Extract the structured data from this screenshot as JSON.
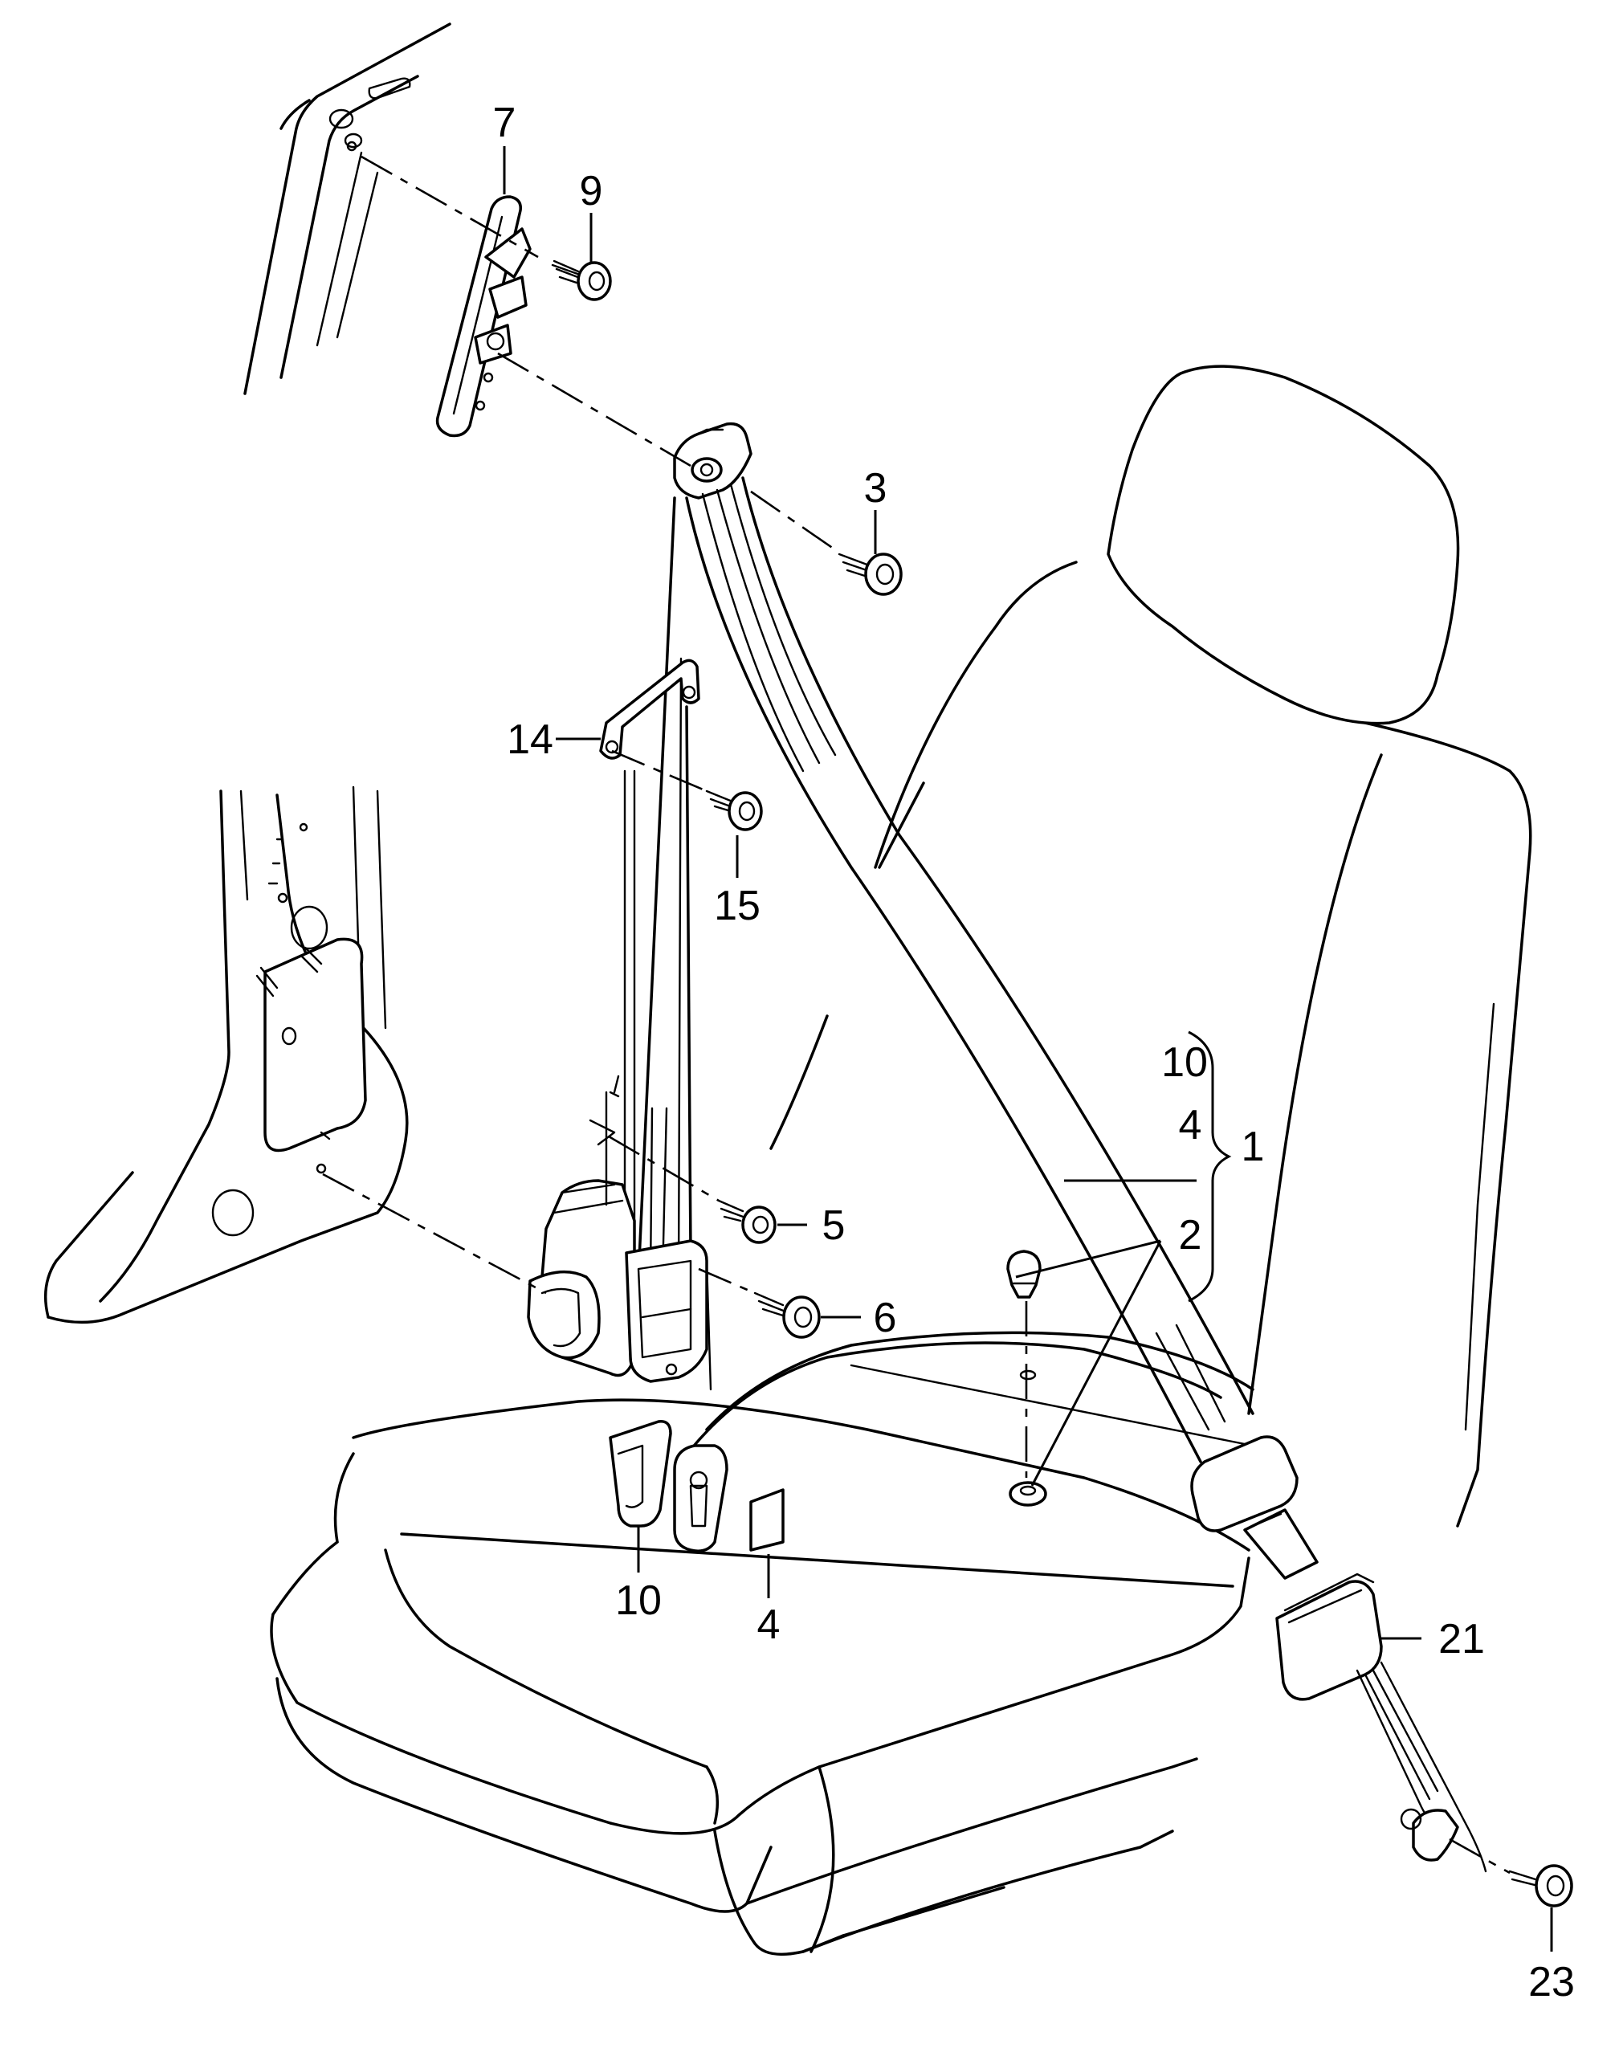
{
  "callouts": [
    {
      "id": "c7",
      "label": "7"
    },
    {
      "id": "c9",
      "label": "9"
    },
    {
      "id": "c3",
      "label": "3"
    },
    {
      "id": "c14",
      "label": "14"
    },
    {
      "id": "c15",
      "label": "15"
    },
    {
      "id": "c10a",
      "label": "10"
    },
    {
      "id": "c4a",
      "label": "4"
    },
    {
      "id": "c1",
      "label": "1"
    },
    {
      "id": "c2",
      "label": "2"
    },
    {
      "id": "c5",
      "label": "5"
    },
    {
      "id": "c6",
      "label": "6"
    },
    {
      "id": "c10b",
      "label": "10"
    },
    {
      "id": "c4b",
      "label": "4"
    },
    {
      "id": "c21",
      "label": "21"
    },
    {
      "id": "c23",
      "label": "23"
    }
  ]
}
